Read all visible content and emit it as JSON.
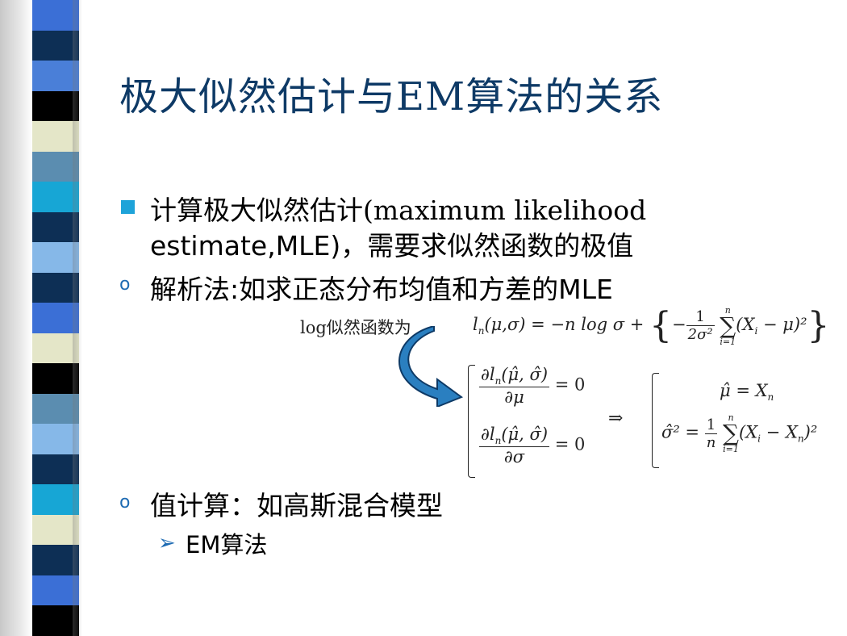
{
  "title": "极大似然估计与EM算法的关系",
  "bullets": {
    "b1_line1": "计算极大似然估计(maximum likelihood",
    "b1_line2": "estimate,MLE)，需要求似然函数的极值",
    "b2": "解析法:如求正态分布均值和方差的MLE",
    "b3": "值计算：如高斯混合模型",
    "b3_sub": "EM算法"
  },
  "formula": {
    "label": "log似然函数为",
    "loglik_lhs": "l",
    "loglik_sub": "n",
    "loglik_args": "(μ,σ) = −n log σ +",
    "loglik_frac_num": "1",
    "loglik_frac_den": "2σ²",
    "sum_top": "n",
    "sum_bottom": "i=1",
    "loglik_term": "(X",
    "loglik_term_sub": "i",
    "loglik_term_rest": " − μ)²",
    "d1_num": "∂l",
    "d1_num_sub": "n",
    "d1_num_args": "(μ̂, σ̂)",
    "d1_den": "∂μ",
    "d2_den": "∂σ",
    "eq_zero": "= 0",
    "implies": "⇒",
    "mu_hat": "μ̂ = X",
    "mu_hat_sub": "n",
    "sigma_hat_lhs": "σ̂² =",
    "sigma_frac_num": "1",
    "sigma_frac_den": "n",
    "sigma_term": "(X",
    "sigma_term_sub": "i",
    "sigma_term_mid": " − X",
    "sigma_term_sub2": "n",
    "sigma_term_end": ")²"
  },
  "strip_colors": [
    "#3b6fd6",
    "#0d2f55",
    "#4a7fd8",
    "#000000",
    "#e4e6c8",
    "#5b8db0",
    "#17a6d5",
    "#0d2f55",
    "#86b8e8",
    "#0d2f55",
    "#3b6fd6",
    "#e4e6c8",
    "#000000",
    "#5b8db0",
    "#86b8e8",
    "#0d2f55",
    "#17a6d5",
    "#e4e6c8",
    "#0d2f55",
    "#3b6fd6",
    "#000000"
  ],
  "colors": {
    "title": "#0e3a66",
    "bullet": "#1ea3d9",
    "arrow": "#1e6bb3"
  }
}
